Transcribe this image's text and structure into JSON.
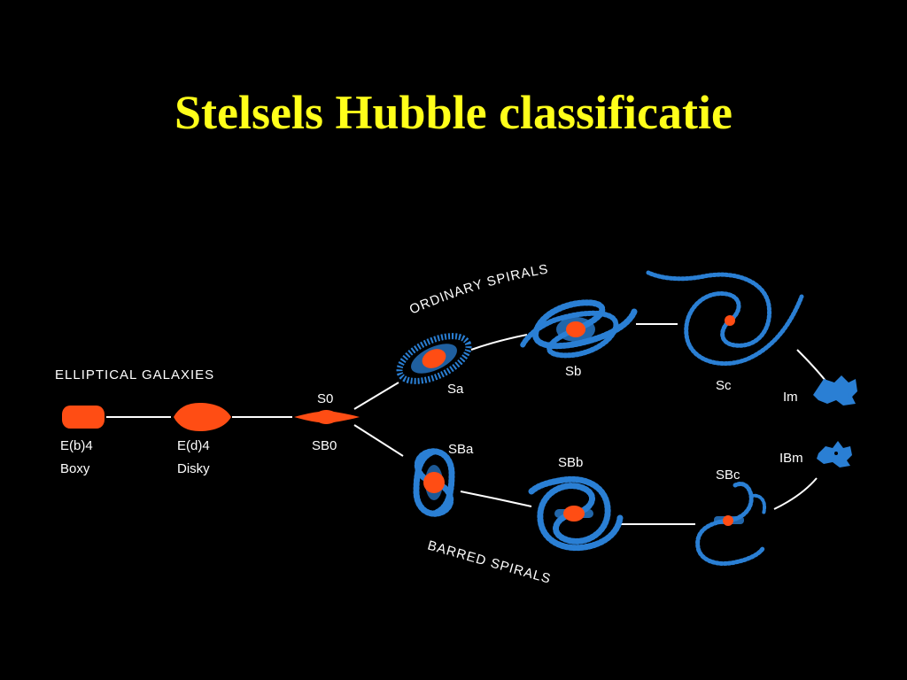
{
  "title": "Stelsels Hubble classificatie",
  "groups": {
    "elliptical": "ELLIPTICAL  GALAXIES",
    "ordinary": "ORDINARY  SPIRALS",
    "barred": "BARRED  SPIRALS"
  },
  "types": {
    "eb4": {
      "name": "E(b)4",
      "sub": "Boxy"
    },
    "ed4": {
      "name": "E(d)4",
      "sub": "Disky"
    },
    "s0": "S0",
    "sb0": "SB0",
    "sa": "Sa",
    "sb": "Sb",
    "sc": "Sc",
    "sba": "SBa",
    "sbb": "SBb",
    "sbc": "SBc",
    "im": "Im",
    "ibm": "IBm"
  },
  "colors": {
    "title": "#ffff1a",
    "core": "#ff4d14",
    "arms": "#2a7fd4",
    "background": "#000000"
  }
}
